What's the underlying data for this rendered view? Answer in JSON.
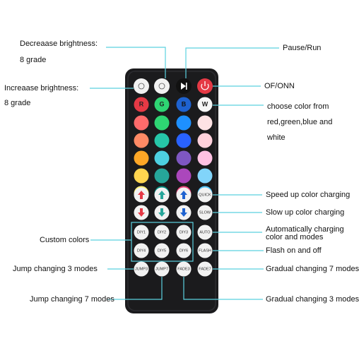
{
  "annotations": {
    "decrease_brightness": "Decreaase brightness:",
    "decrease_grade": "8 grade",
    "increase_brightness": "Increaase brightness:",
    "increase_grade": "8 grade",
    "pause_run": "Pause/Run",
    "on_off": "OF/ONN",
    "choose_color_1": "choose color from",
    "choose_color_2": "red,green,blue and",
    "choose_color_3": "white",
    "speed_up": "Speed up color charging",
    "slow_up": "Slow up color charging",
    "auto_1": "Automatically charging",
    "auto_2": "color and modes",
    "flash": "Flash on and off",
    "gradual_7": "Gradual changing 7 modes",
    "gradual_3": "Gradual changing 3 modes",
    "custom_colors": "Custom colors",
    "jump_3": "Jump changing 3 modes",
    "jump_7": "Jump changing 7 modes"
  },
  "remote": {
    "letters": {
      "r": "R",
      "g": "G",
      "b": "B",
      "w": "W"
    },
    "labels": {
      "quick": "QUICK",
      "slow": "SLOW",
      "auto": "AUTO",
      "flash": "FLASH",
      "jump3": "JUMP3",
      "jump7": "JUMP7",
      "fade3": "FADE3",
      "fade7": "FADE7",
      "diy1": "DIY1",
      "diy2": "DIY2",
      "diy3": "DIY3",
      "diy4": "DIY4",
      "diy5": "DIY5",
      "diy6": "DIY6"
    },
    "color_rows": [
      [
        "#ff6b6b",
        "#2ed573",
        "#1e90ff",
        "#fde2e4"
      ],
      [
        "#ff8a65",
        "#26c6a8",
        "#2962ff",
        "#ffd1dc"
      ],
      [
        "#ffa726",
        "#4dd0e1",
        "#7e57c2",
        "#ffc1e3"
      ],
      [
        "#ffd54f",
        "#26a69a",
        "#ab47bc",
        "#81d4fa"
      ],
      [
        "#fff176",
        "#00897b",
        "#ec407a",
        "#4fc3f7"
      ]
    ],
    "colors": {
      "body": "#1b1b1d",
      "leader": "#5bd1df",
      "power": "#e53945",
      "arrow_red": "#e53945",
      "arrow_teal": "#26a69a",
      "arrow_blue": "#1e62d0",
      "highlight": "#5bd1df"
    }
  }
}
